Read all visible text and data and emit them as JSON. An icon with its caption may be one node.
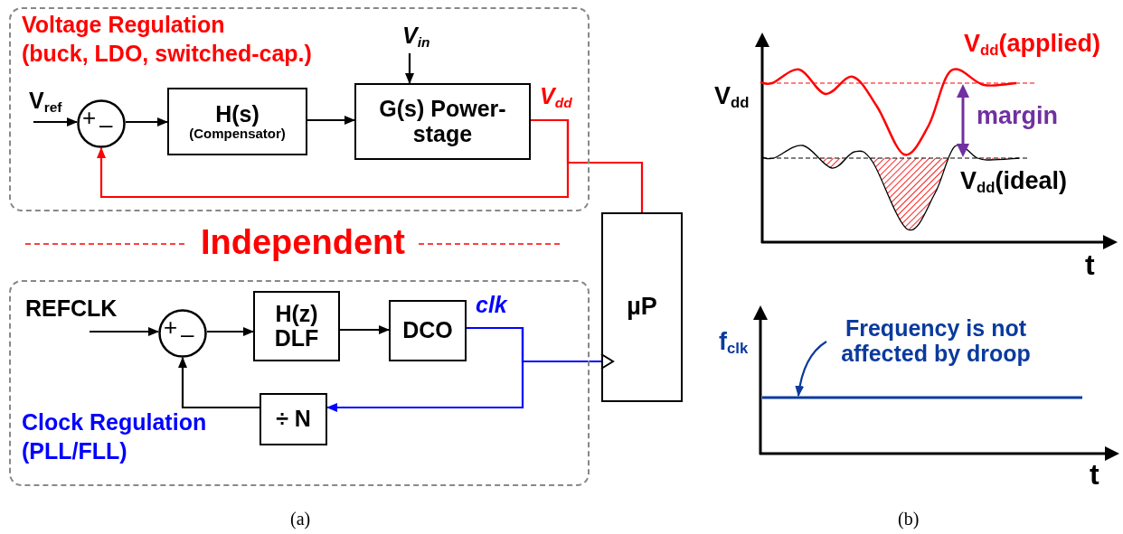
{
  "diagram": {
    "nodes": [
      {
        "text": [
          "Voltage Regulation",
          "(buck, LDO, switched-cap.)"
        ]
      },
      {
        "text": [
          "V$_{ref}$"
        ],
        "in": 0
      },
      {
        "text": [
          "+",
          "–"
        ],
        "in": 0
      },
      {
        "text": [
          "H(s)",
          "(Compensator)"
        ],
        "in": 0
      },
      {
        "text": [
          "V$_{in}$"
        ],
        "in": 0
      },
      {
        "text": [
          "G(s) Power-stage"
        ],
        "in": 0
      },
      {
        "text": [
          "µP"
        ]
      },
      {
        "text": [
          "Clock Regulation",
          "(PLL/FLL)"
        ]
      },
      {
        "text": [
          "REFCLK"
        ],
        "in": 7
      },
      {
        "text": [
          "+",
          "–"
        ],
        "in": 7
      },
      {
        "text": [
          "H(z) DLF"
        ],
        "in": 7
      },
      {
        "text": [
          "DCO"
        ],
        "in": 7
      },
      {
        "text": [
          "÷ N"
        ],
        "in": 7
      },
      {
        "text": [
          "Frequency is not affected by droop"
        ]
      }
    ],
    "edges": [
      {
        "from": 1,
        "to": 2,
        "arrow": "to"
      },
      {
        "from": 2,
        "to": 3,
        "arrow": "to"
      },
      {
        "from": 3,
        "to": 5,
        "arrow": "to"
      },
      {
        "from": 4,
        "to": 5,
        "arrow": "to"
      },
      {
        "from": 5,
        "to": 6,
        "arrow": "none",
        "label": "V$_{dd}$",
        "color": "#ff0000"
      },
      {
        "from": 5,
        "to": 2,
        "arrow": "to",
        "color": "#ff0000"
      },
      {
        "from": 11,
        "to": 6,
        "arrow": "to",
        "label": "clk",
        "color": "#0000ff"
      },
      {
        "from": 11,
        "to": 12,
        "arrow": "to",
        "color": "#0000ff"
      },
      {
        "from": 12,
        "to": 9,
        "arrow": "to"
      },
      {
        "from": 8,
        "to": 9,
        "arrow": "to"
      },
      {
        "from": 9,
        "to": 10,
        "arrow": "to"
      },
      {
        "from": 10,
        "to": 11,
        "arrow": "to"
      },
      {
        "from": 13,
        "to": null,
        "arrow": "to",
        "color": "#0a3a9e"
      }
    ],
    "labels": [
      "Independent",
      "(a)",
      "V$_{dd}$(applied)",
      "V$_{dd}$",
      "margin",
      "V$_{dd}$(ideal)",
      "t",
      "f$_{clk}$",
      "t",
      "(b)"
    ]
  }
}
